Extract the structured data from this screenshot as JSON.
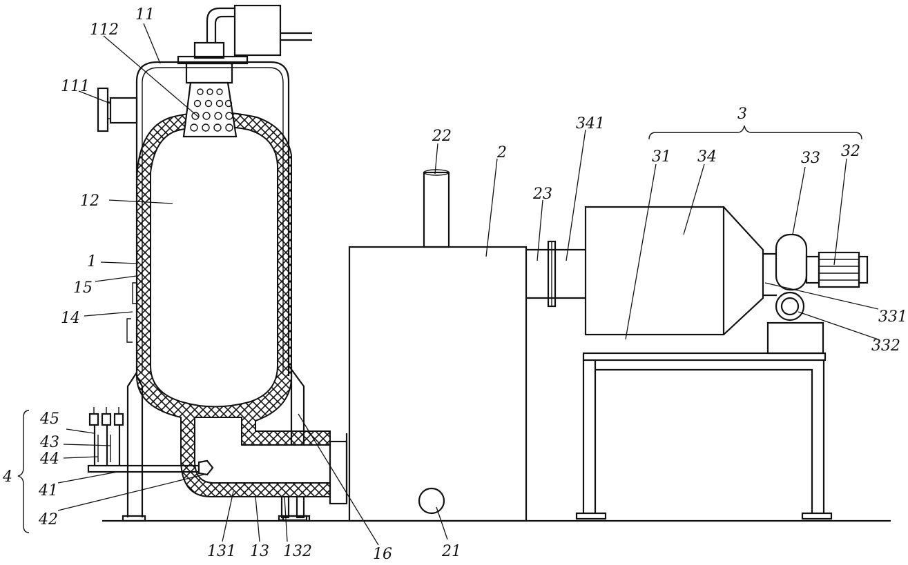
{
  "colors": {
    "line": "#111111",
    "background": "#ffffff",
    "hatch": "#111111"
  },
  "labels": {
    "l11": "11",
    "l111": "111",
    "l112": "112",
    "l12": "12",
    "l1": "1",
    "l15": "15",
    "l14": "14",
    "l4": "4",
    "l45": "45",
    "l43": "43",
    "l44": "44",
    "l41": "41",
    "l42": "42",
    "l131": "131",
    "l13": "13",
    "l132": "132",
    "l16": "16",
    "l21": "21",
    "l22": "22",
    "l2": "2",
    "l23": "23",
    "l341": "341",
    "l3": "3",
    "l31": "31",
    "l34": "34",
    "l33": "33",
    "l32": "32",
    "l331": "331",
    "l332": "332"
  }
}
